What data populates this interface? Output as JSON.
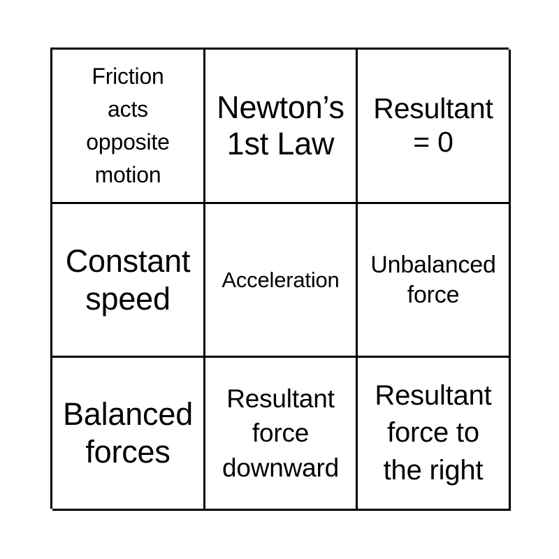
{
  "card": {
    "type": "bingo-card",
    "grid": {
      "rows": 3,
      "columns": 3
    },
    "colors": {
      "page_background": "#ffffff",
      "cell_background": "#ffffff",
      "border": "#000000",
      "text": "#000000"
    },
    "cells": [
      {
        "id": "r1c1",
        "row": 1,
        "column": 1,
        "text": "Friction\nacts\nopposite\nmotion"
      },
      {
        "id": "r1c2",
        "row": 1,
        "column": 2,
        "text": "Newton’s\n1st Law"
      },
      {
        "id": "r1c3",
        "row": 1,
        "column": 3,
        "text": "Resultant\n= 0"
      },
      {
        "id": "r2c1",
        "row": 2,
        "column": 1,
        "text": "Constant\nspeed"
      },
      {
        "id": "r2c2",
        "row": 2,
        "column": 2,
        "text": "Acceleration"
      },
      {
        "id": "r2c3",
        "row": 2,
        "column": 3,
        "text": "Unbalanced\nforce"
      },
      {
        "id": "r3c1",
        "row": 3,
        "column": 1,
        "text": "Balanced\nforces"
      },
      {
        "id": "r3c2",
        "row": 3,
        "column": 2,
        "text": "Resultant\nforce\ndownward"
      },
      {
        "id": "r3c3",
        "row": 3,
        "column": 3,
        "text": "Resultant\nforce to\nthe right"
      }
    ]
  }
}
